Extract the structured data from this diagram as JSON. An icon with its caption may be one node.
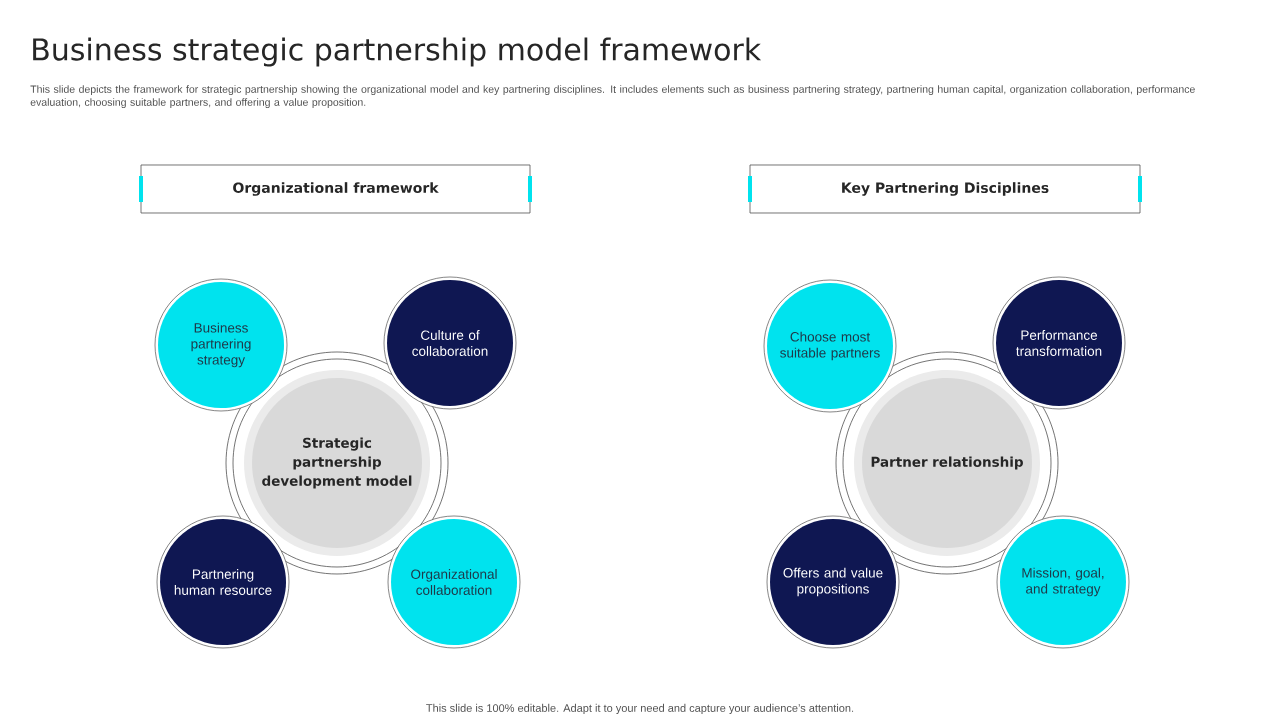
{
  "diagram": {
    "title": "Business strategic partnership model framework",
    "nodes": [
      {
        "text": [
          "Organizational  framework"
        ]
      },
      {
        "text": [
          "Key Partnering Disciplines"
        ]
      },
      {
        "text": [
          "Strategic partnership development model"
        ]
      },
      {
        "text": [
          "Business partnering strategy"
        ]
      },
      {
        "text": [
          "Culture of collaboration"
        ]
      },
      {
        "text": [
          "Partnering human resource"
        ]
      },
      {
        "text": [
          "Organizational collaboration"
        ]
      },
      {
        "text": [
          "Partner relationship"
        ]
      },
      {
        "text": [
          "Choose most suitable partners"
        ]
      },
      {
        "text": [
          "Performance transformation"
        ]
      },
      {
        "text": [
          "Offers and value propositions"
        ]
      },
      {
        "text": [
          "Mission, goal, and strategy"
        ]
      }
    ],
    "labels": [
      "This slide depicts the framework for strategic partnership showing the organizational model and key partnering disciplines. It includes elements such as business partnering strategy, partnering human capital, organization collaboration, performance evaluation, choosing suitable partners, and offering a value proposition.",
      "This slide is 100% editable. Adapt it to your need and capture your audience’s attention."
    ]
  }
}
